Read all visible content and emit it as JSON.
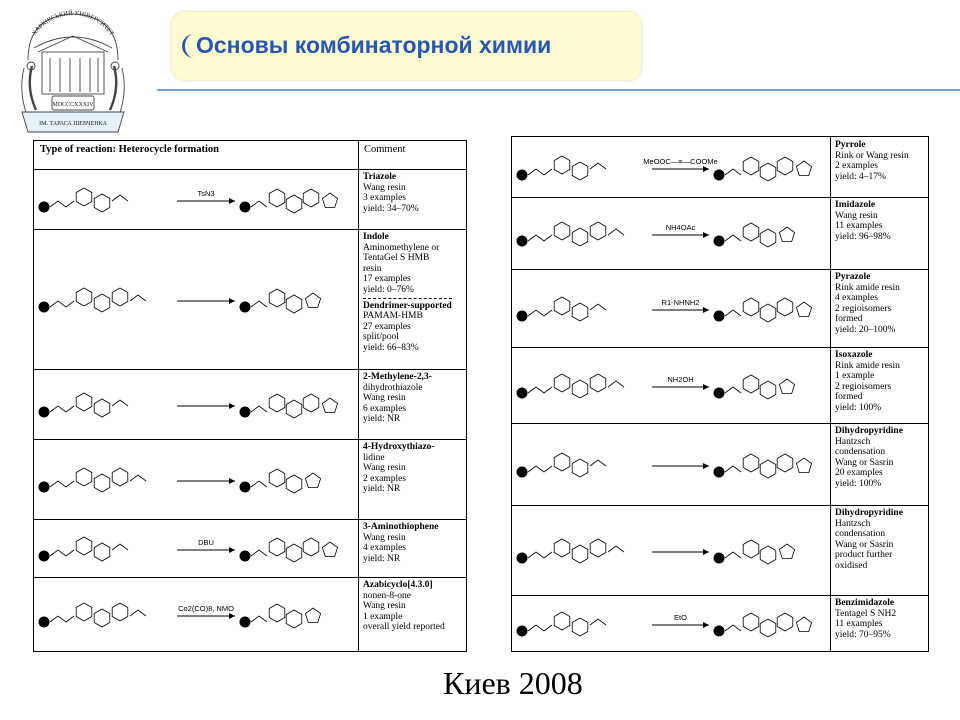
{
  "slide": {
    "title": "Основы комбинаторной химии",
    "footer": "Киев 2008",
    "title_color": "#2458b8",
    "title_box_color": "#fffbd0",
    "line_color": "#6fa0d8"
  },
  "logo": {
    "top_text": "ХАРКІВСЬКИЙ УНІВЕРСИТЕТ",
    "bottom_text": "ІМ. ТАРАСА ШЕВЧЕНКА",
    "plaque": "MDCCCXXXIV"
  },
  "left_table": {
    "header_left": "Type of reaction: Heterocycle formation",
    "header_right": "Comment",
    "rows": [
      {
        "reagent": "TsN3",
        "lines": [
          "Triazole",
          "Wang resin",
          "3 examples",
          "yield: 34–70%"
        ]
      },
      {
        "reagent": "",
        "lines": [
          "Indole",
          "Aminomethylene or",
          "TentaGel S HMB",
          "resin",
          "17 examples",
          "yield: 0–76%"
        ],
        "sub_lines": [
          "Dendrimer-supported",
          "PAMAM-HMB",
          "27 examples",
          "split/pool",
          "yield: 66–83%"
        ]
      },
      {
        "reagent": "",
        "lines": [
          "2-Methylene-2,3-",
          "dihydrothiazole",
          "Wang resin",
          "6 examples",
          "yield: NR"
        ]
      },
      {
        "reagent": "",
        "lines": [
          "4-Hydroxythiazo-",
          "lidine",
          "Wang resin",
          "2 examples",
          "yield: NR"
        ]
      },
      {
        "reagent": "DBU",
        "lines": [
          "3-Aminothiophene",
          "Wang resin",
          "4 examples",
          "yield: NR"
        ]
      },
      {
        "reagent": "Co2(CO)8, NMO",
        "lines": [
          "Azabicyclo[4.3.0]",
          "nonen-8-one",
          "Wang resin",
          "1 example",
          "overall yield reported"
        ]
      }
    ]
  },
  "right_table": {
    "rows": [
      {
        "reagent": "MeOOC—≡—COOMe",
        "lines": [
          "Pyrrole",
          "Rink or Wang resin",
          "2 examples",
          "yield: 4–17%"
        ]
      },
      {
        "reagent": "NH4OAc",
        "lines": [
          "Imidazole",
          "Wang resin",
          "11 examples",
          "yield: 96–98%"
        ]
      },
      {
        "reagent": "R1-NHNH2",
        "lines": [
          "Pyrazole",
          "Rink amide resin",
          "4 examples",
          "2 regioisomers",
          "formed",
          "yield: 20–100%"
        ]
      },
      {
        "reagent": "NH2OH",
        "lines": [
          "Isoxazole",
          "Rink amide resin",
          "1 example",
          "2 regioisomers",
          "formed",
          "yield: 100%"
        ]
      },
      {
        "reagent": "",
        "lines": [
          "Dihydropyridine",
          "Hantzsch",
          "condensation",
          "Wang or Sasrin",
          "20 examples",
          "yield: 100%"
        ]
      },
      {
        "reagent": "",
        "lines": [
          "Dihydropyridine",
          "Hantzsch",
          "condensation",
          "Wang or Sasrin",
          "product further",
          "oxidised"
        ]
      },
      {
        "reagent": "EtO",
        "lines": [
          "Benzimidazole",
          "Tentagel S NH2",
          "11 examples",
          "yield: 70–95%"
        ]
      }
    ]
  }
}
